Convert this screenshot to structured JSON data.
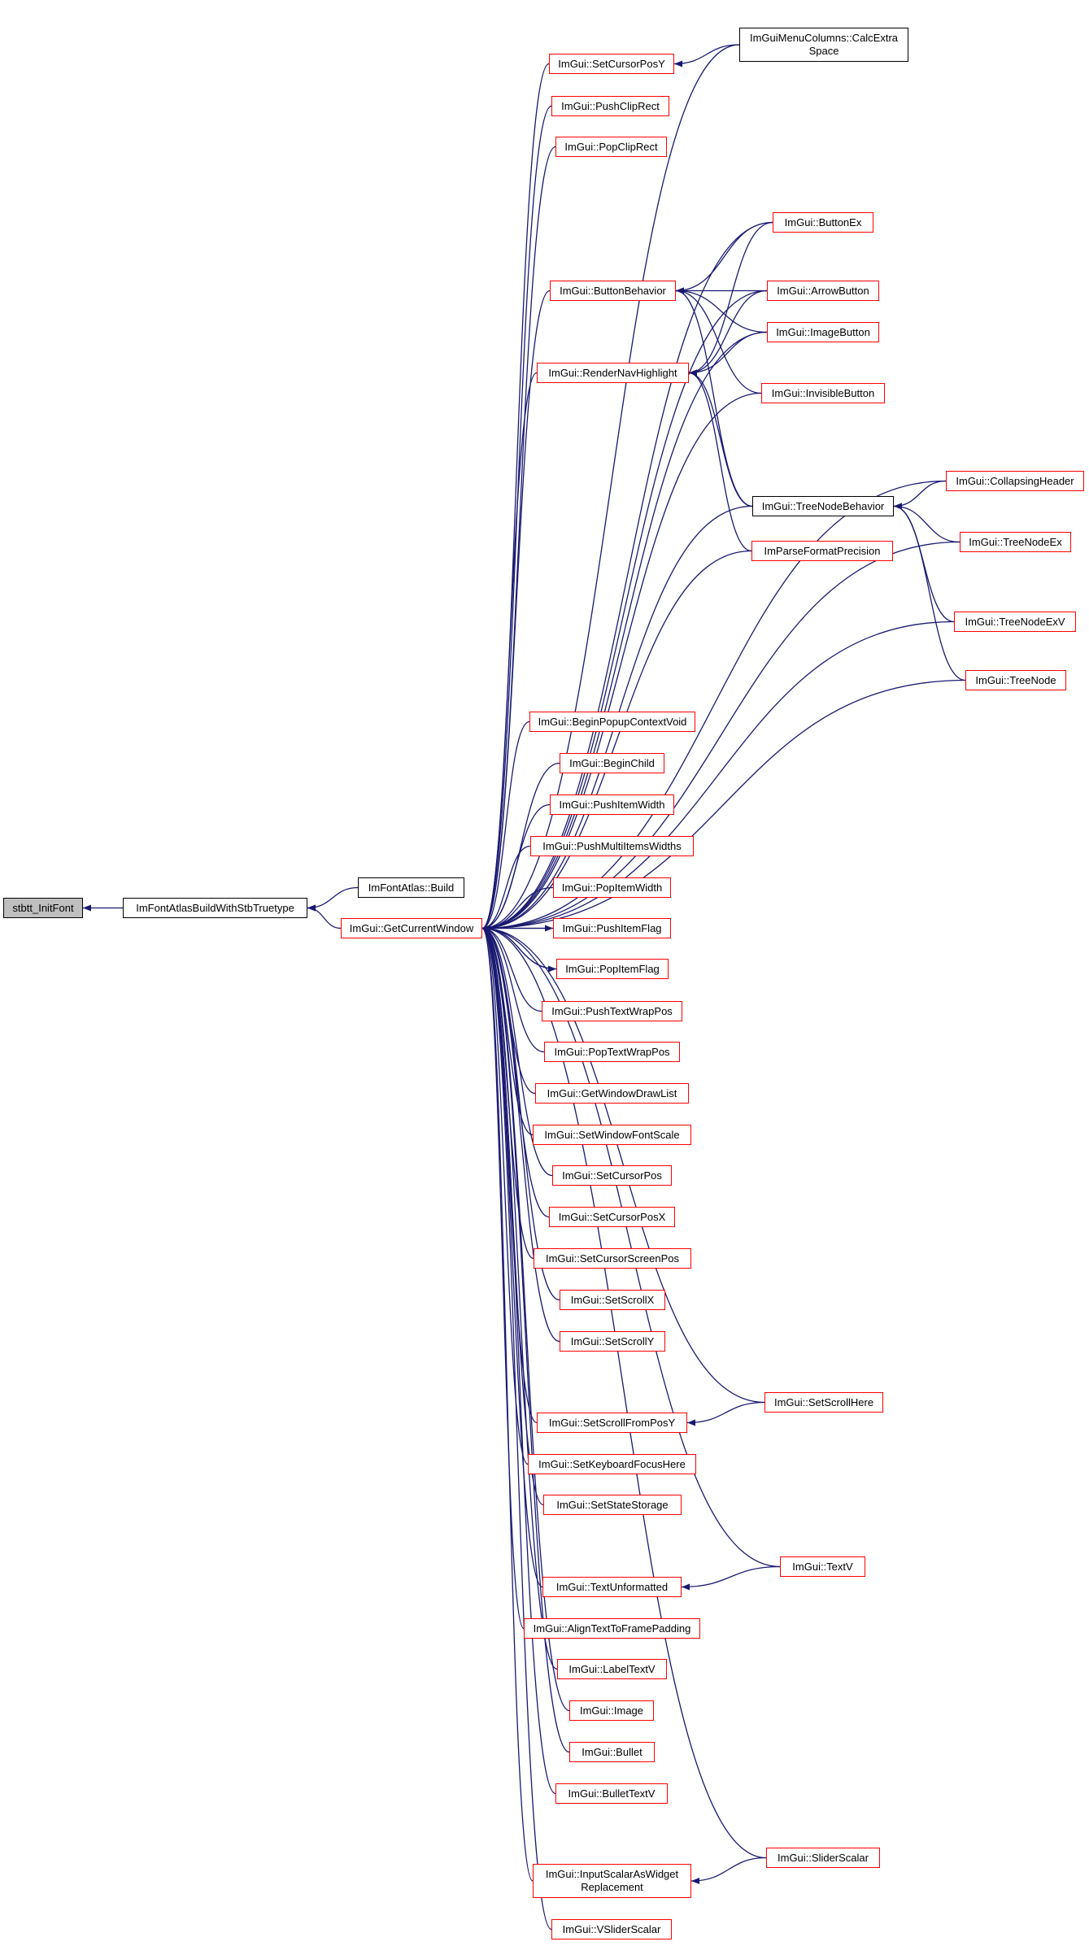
{
  "colors": {
    "edge": "#191970",
    "node_border_default": "#ff0000",
    "node_border_plain": "#000000",
    "root_fill": "#bfbfbf"
  },
  "nodes": {
    "stbtt_initfont": {
      "label": "stbtt_InitFont",
      "style": "root"
    },
    "build_stb": {
      "label": "ImFontAtlasBuildWithStbTruetype",
      "style": "black"
    },
    "atlas_build": {
      "label": "ImFontAtlas::Build",
      "style": "black"
    },
    "get_current_window": {
      "label": "ImGui::GetCurrentWindow",
      "style": "red"
    },
    "set_cursor_pos_y": {
      "label": "ImGui::SetCursorPosY",
      "style": "red"
    },
    "calc_extra_space": {
      "label": "ImGuiMenuColumns::CalcExtra\nSpace",
      "style": "black"
    },
    "push_clip_rect": {
      "label": "ImGui::PushClipRect",
      "style": "red"
    },
    "pop_clip_rect": {
      "label": "ImGui::PopClipRect",
      "style": "red"
    },
    "button_ex": {
      "label": "ImGui::ButtonEx",
      "style": "red"
    },
    "button_behavior": {
      "label": "ImGui::ButtonBehavior",
      "style": "red"
    },
    "arrow_button": {
      "label": "ImGui::ArrowButton",
      "style": "red"
    },
    "image_button": {
      "label": "ImGui::ImageButton",
      "style": "red"
    },
    "render_nav_highlight": {
      "label": "ImGui::RenderNavHighlight",
      "style": "red"
    },
    "invisible_button": {
      "label": "ImGui::InvisibleButton",
      "style": "red"
    },
    "collapsing_header": {
      "label": "ImGui::CollapsingHeader",
      "style": "red"
    },
    "tree_node_behavior": {
      "label": "ImGui::TreeNodeBehavior",
      "style": "black"
    },
    "tree_node_ex": {
      "label": "ImGui::TreeNodeEx",
      "style": "red"
    },
    "parse_format_precision": {
      "label": "ImParseFormatPrecision",
      "style": "red"
    },
    "tree_node_ex_v": {
      "label": "ImGui::TreeNodeExV",
      "style": "red"
    },
    "tree_node": {
      "label": "ImGui::TreeNode",
      "style": "red"
    },
    "begin_popup_context_void": {
      "label": "ImGui::BeginPopupContextVoid",
      "style": "red"
    },
    "begin_child": {
      "label": "ImGui::BeginChild",
      "style": "red"
    },
    "push_item_width": {
      "label": "ImGui::PushItemWidth",
      "style": "red"
    },
    "push_multi_items_widths": {
      "label": "ImGui::PushMultiItemsWidths",
      "style": "red"
    },
    "pop_item_width": {
      "label": "ImGui::PopItemWidth",
      "style": "red"
    },
    "push_item_flag": {
      "label": "ImGui::PushItemFlag",
      "style": "red"
    },
    "pop_item_flag": {
      "label": "ImGui::PopItemFlag",
      "style": "red"
    },
    "push_text_wrap_pos": {
      "label": "ImGui::PushTextWrapPos",
      "style": "red"
    },
    "pop_text_wrap_pos": {
      "label": "ImGui::PopTextWrapPos",
      "style": "red"
    },
    "get_window_draw_list": {
      "label": "ImGui::GetWindowDrawList",
      "style": "red"
    },
    "set_window_font_scale": {
      "label": "ImGui::SetWindowFontScale",
      "style": "red"
    },
    "set_cursor_pos": {
      "label": "ImGui::SetCursorPos",
      "style": "red"
    },
    "set_cursor_pos_x": {
      "label": "ImGui::SetCursorPosX",
      "style": "red"
    },
    "set_cursor_screen_pos": {
      "label": "ImGui::SetCursorScreenPos",
      "style": "red"
    },
    "set_scroll_x": {
      "label": "ImGui::SetScrollX",
      "style": "red"
    },
    "set_scroll_y": {
      "label": "ImGui::SetScrollY",
      "style": "red"
    },
    "set_scroll_here": {
      "label": "ImGui::SetScrollHere",
      "style": "red"
    },
    "set_scroll_from_pos_y": {
      "label": "ImGui::SetScrollFromPosY",
      "style": "red"
    },
    "set_keyboard_focus_here": {
      "label": "ImGui::SetKeyboardFocusHere",
      "style": "red"
    },
    "set_state_storage": {
      "label": "ImGui::SetStateStorage",
      "style": "red"
    },
    "text_v": {
      "label": "ImGui::TextV",
      "style": "red"
    },
    "text_unformatted": {
      "label": "ImGui::TextUnformatted",
      "style": "red"
    },
    "align_text_to_frame_padding": {
      "label": "ImGui::AlignTextToFramePadding",
      "style": "red"
    },
    "label_text_v": {
      "label": "ImGui::LabelTextV",
      "style": "red"
    },
    "image": {
      "label": "ImGui::Image",
      "style": "red"
    },
    "bullet": {
      "label": "ImGui::Bullet",
      "style": "red"
    },
    "bullet_text_v": {
      "label": "ImGui::BulletTextV",
      "style": "red"
    },
    "slider_scalar": {
      "label": "ImGui::SliderScalar",
      "style": "red"
    },
    "input_scalar_as_widget_replacement": {
      "label": "ImGui::InputScalarAsWidget\nReplacement",
      "style": "red"
    },
    "v_slider_scalar": {
      "label": "ImGui::VSliderScalar",
      "style": "red"
    }
  },
  "edges": [
    [
      "build_stb",
      "stbtt_initfont"
    ],
    [
      "atlas_build",
      "build_stb"
    ],
    [
      "get_current_window",
      "build_stb"
    ],
    [
      "set_cursor_pos_y",
      "get_current_window"
    ],
    [
      "calc_extra_space",
      "get_current_window"
    ],
    [
      "calc_extra_space",
      "set_cursor_pos_y"
    ],
    [
      "push_clip_rect",
      "get_current_window"
    ],
    [
      "pop_clip_rect",
      "get_current_window"
    ],
    [
      "button_ex",
      "get_current_window"
    ],
    [
      "button_ex",
      "button_behavior"
    ],
    [
      "button_ex",
      "render_nav_highlight"
    ],
    [
      "button_behavior",
      "get_current_window"
    ],
    [
      "arrow_button",
      "get_current_window"
    ],
    [
      "arrow_button",
      "button_behavior"
    ],
    [
      "arrow_button",
      "render_nav_highlight"
    ],
    [
      "image_button",
      "get_current_window"
    ],
    [
      "image_button",
      "button_behavior"
    ],
    [
      "image_button",
      "render_nav_highlight"
    ],
    [
      "render_nav_highlight",
      "get_current_window"
    ],
    [
      "invisible_button",
      "get_current_window"
    ],
    [
      "invisible_button",
      "button_behavior"
    ],
    [
      "collapsing_header",
      "get_current_window"
    ],
    [
      "collapsing_header",
      "tree_node_behavior"
    ],
    [
      "tree_node_behavior",
      "get_current_window"
    ],
    [
      "tree_node_behavior",
      "button_behavior"
    ],
    [
      "tree_node_behavior",
      "render_nav_highlight"
    ],
    [
      "tree_node_ex",
      "get_current_window"
    ],
    [
      "tree_node_ex",
      "tree_node_behavior"
    ],
    [
      "parse_format_precision",
      "get_current_window"
    ],
    [
      "parse_format_precision",
      "render_nav_highlight"
    ],
    [
      "tree_node_ex_v",
      "get_current_window"
    ],
    [
      "tree_node_ex_v",
      "tree_node_behavior"
    ],
    [
      "tree_node",
      "get_current_window"
    ],
    [
      "tree_node",
      "tree_node_behavior"
    ],
    [
      "begin_popup_context_void",
      "get_current_window"
    ],
    [
      "begin_child",
      "get_current_window"
    ],
    [
      "push_item_width",
      "get_current_window"
    ],
    [
      "push_multi_items_widths",
      "get_current_window"
    ],
    [
      "pop_item_width",
      "get_current_window"
    ],
    [
      "push_item_flag",
      "get_current_window"
    ],
    [
      "get_current_window",
      "push_item_flag"
    ],
    [
      "pop_item_flag",
      "get_current_window"
    ],
    [
      "get_current_window",
      "pop_item_flag"
    ],
    [
      "push_text_wrap_pos",
      "get_current_window"
    ],
    [
      "pop_text_wrap_pos",
      "get_current_window"
    ],
    [
      "get_window_draw_list",
      "get_current_window"
    ],
    [
      "set_window_font_scale",
      "get_current_window"
    ],
    [
      "set_cursor_pos",
      "get_current_window"
    ],
    [
      "set_cursor_pos_x",
      "get_current_window"
    ],
    [
      "set_cursor_screen_pos",
      "get_current_window"
    ],
    [
      "set_scroll_x",
      "get_current_window"
    ],
    [
      "set_scroll_y",
      "get_current_window"
    ],
    [
      "set_scroll_here",
      "get_current_window"
    ],
    [
      "set_scroll_here",
      "set_scroll_from_pos_y"
    ],
    [
      "set_scroll_from_pos_y",
      "get_current_window"
    ],
    [
      "set_keyboard_focus_here",
      "get_current_window"
    ],
    [
      "set_state_storage",
      "get_current_window"
    ],
    [
      "text_v",
      "get_current_window"
    ],
    [
      "text_v",
      "text_unformatted"
    ],
    [
      "text_unformatted",
      "get_current_window"
    ],
    [
      "align_text_to_frame_padding",
      "get_current_window"
    ],
    [
      "label_text_v",
      "get_current_window"
    ],
    [
      "image",
      "get_current_window"
    ],
    [
      "bullet",
      "get_current_window"
    ],
    [
      "bullet_text_v",
      "get_current_window"
    ],
    [
      "slider_scalar",
      "get_current_window"
    ],
    [
      "slider_scalar",
      "input_scalar_as_widget_replacement"
    ],
    [
      "input_scalar_as_widget_replacement",
      "get_current_window"
    ],
    [
      "v_slider_scalar",
      "get_current_window"
    ]
  ]
}
